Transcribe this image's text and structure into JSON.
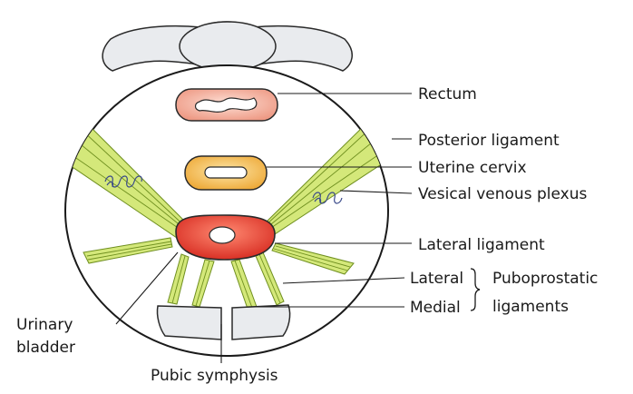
{
  "labels": {
    "rectum": "Rectum",
    "posterior_ligament": "Posterior ligament",
    "uterine_cervix": "Uterine cervix",
    "vesical_venous_plexus": "Vesical venous plexus",
    "lateral_ligament": "Lateral ligament",
    "lateral": "Lateral",
    "medial": "Medial",
    "puboprostatic": "Puboprostatic",
    "ligaments": "ligaments",
    "urinary": "Urinary",
    "bladder": "bladder",
    "pubic_symphysis": "Pubic symphysis"
  },
  "colors": {
    "ligament_fill": "#d4e87a",
    "ligament_stroke": "#6f8f1f",
    "rectum_fill": "#f2a590",
    "cervix_fill": "#f2b84a",
    "bladder_fill": "#e8463a",
    "bone_fill": "#e9ebee",
    "plexus_stroke": "#3a4a8a"
  }
}
